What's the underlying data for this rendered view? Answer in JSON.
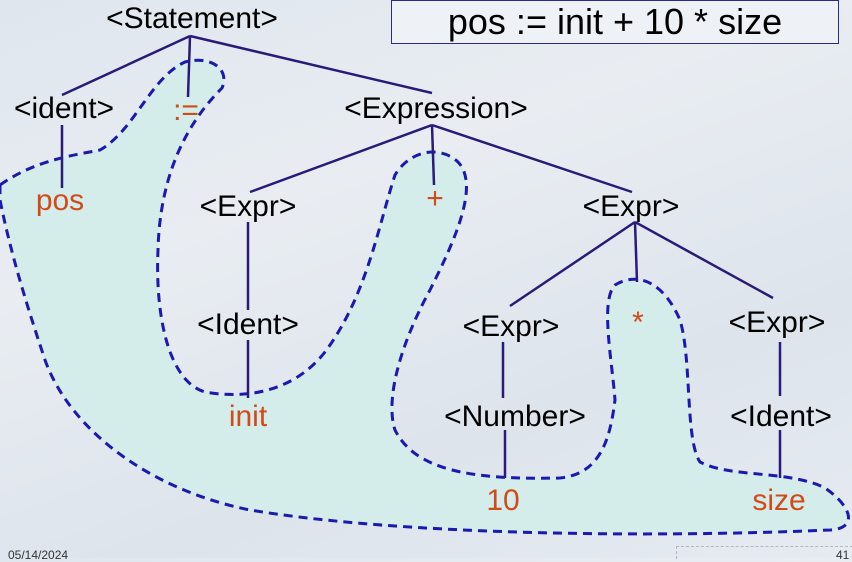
{
  "title": "pos := init + 10 * size",
  "footer": {
    "date": "05/14/2024",
    "page": "41"
  },
  "nodes": {
    "statement": "<Statement>",
    "ident": "<ident>",
    "assign": ":=",
    "expression": "<Expression>",
    "pos": "pos",
    "expr_left": "<Expr>",
    "plus": "+",
    "expr_right": "<Expr>",
    "ident_init": "<Ident>",
    "expr_10": "<Expr>",
    "times": "*",
    "expr_size": "<Expr>",
    "init": "init",
    "number": "<Number>",
    "ident_size": "<Ident>",
    "ten": "10",
    "size": "size"
  },
  "colors": {
    "edge": "#2a1a7a",
    "terminal": "#d24a1a",
    "nonterminal": "#000000",
    "region_fill": "#d4ecea",
    "region_stroke": "#1a1ab0"
  }
}
